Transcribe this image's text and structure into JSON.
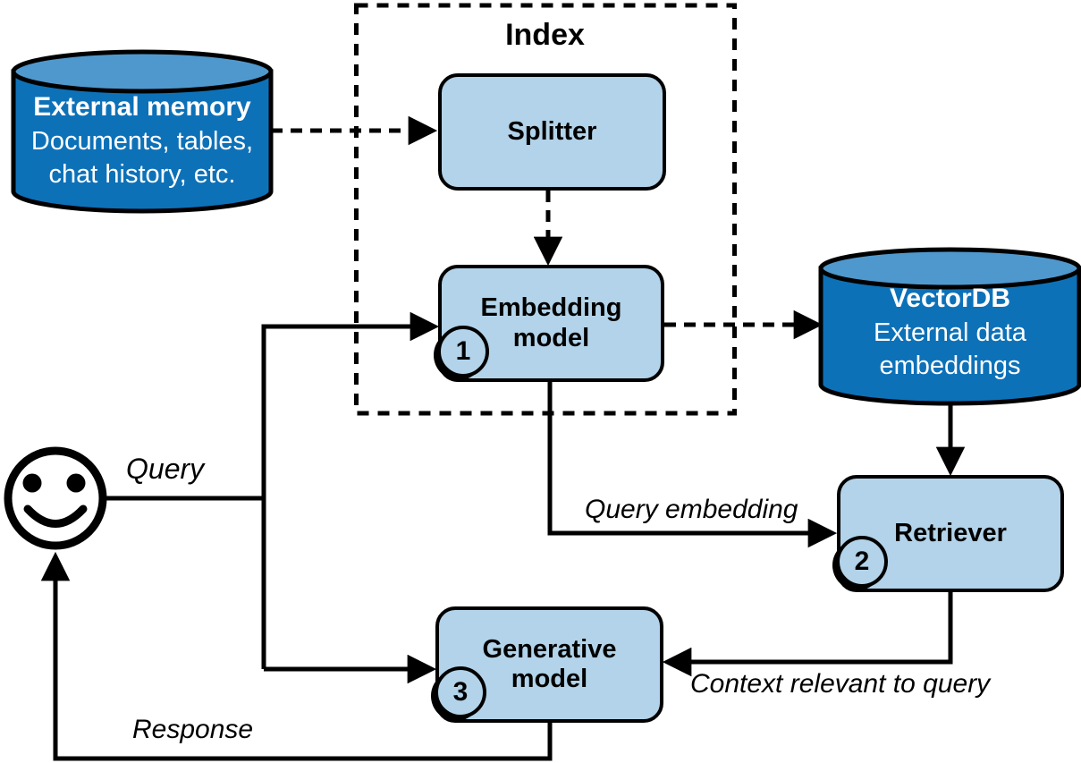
{
  "colors": {
    "node_fill": "#b2d3e9",
    "cylinder_body": "#0d71b8",
    "cylinder_top": "#4f98cd",
    "line": "#000000",
    "cylinder_text": "#ffffff"
  },
  "index_group": {
    "title": "Index"
  },
  "nodes": {
    "external_memory": {
      "title": "External memory",
      "subtitle_line1": "Documents, tables,",
      "subtitle_line2": "chat history, etc."
    },
    "splitter": {
      "label": "Splitter"
    },
    "embedding_model": {
      "label": "Embedding\nmodel",
      "step": "1"
    },
    "vectordb": {
      "title": "VectorDB",
      "subtitle_line1": "External data",
      "subtitle_line2": "embeddings"
    },
    "retriever": {
      "label": "Retriever",
      "step": "2"
    },
    "generative_model": {
      "label": "Generative\nmodel",
      "step": "3"
    },
    "user": {
      "icon": "smiley-user-icon"
    }
  },
  "edge_labels": {
    "query": "Query",
    "query_embedding": "Query embedding",
    "context": "Context relevant to query",
    "response": "Response"
  }
}
